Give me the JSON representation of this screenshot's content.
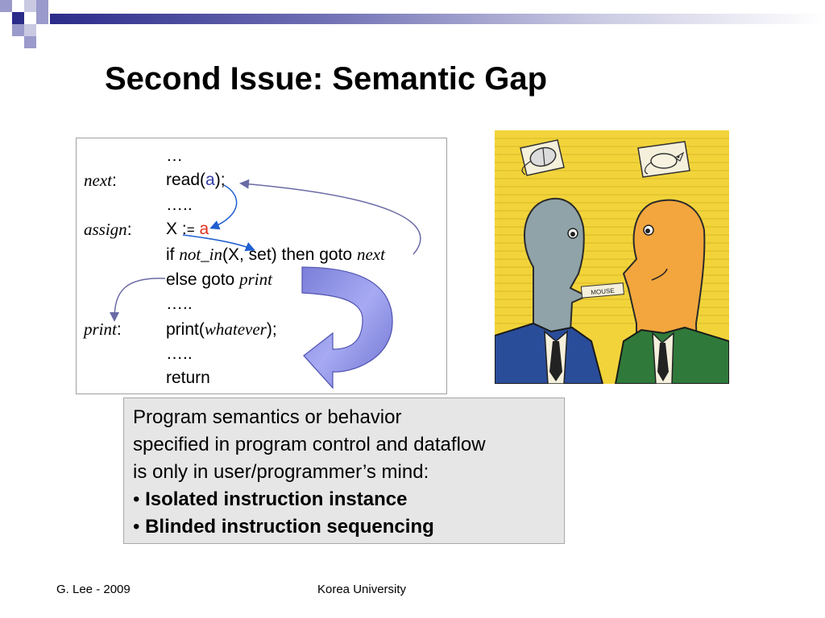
{
  "slide": {
    "title": "Second Issue: Semantic Gap"
  },
  "code": {
    "line0": "…",
    "label_next": "next",
    "colon": ":",
    "read_pre": "read(",
    "read_var": "a",
    "read_post": ");",
    "dots": "…..",
    "label_assign": "assign",
    "assign_pre": "X :",
    "assign_eq": "=",
    "assign_val": "a",
    "if_pre": "if ",
    "if_fn": "not_in",
    "if_mid": "(X, set) then goto ",
    "if_target": "next",
    "else_pre": "else goto ",
    "else_target": "print",
    "label_print": "print",
    "print_pre": "print(",
    "print_arg": "whatever",
    "print_post": ");",
    "ret": "return"
  },
  "note": {
    "line1": "Program semantics or behavior",
    "line2": "specified in program control and dataflow",
    "line3": "is only in user/programmer’s mind:",
    "bullet": "•",
    "bullet1": "Isolated instruction instance",
    "bullet2": "Blinded instruction sequencing"
  },
  "illustration": {
    "sign_text": "MOUSE"
  },
  "footer": {
    "left": "G. Lee - 2009",
    "center": "Korea University"
  },
  "colors": {
    "header_dark": "#2b2b8a",
    "header_light": "#9a9acc",
    "arrow_fill": "#8a8ee8",
    "accent_blue": "#3340a8",
    "accent_red": "#e0301e",
    "note_bg": "#e6e6e6"
  }
}
